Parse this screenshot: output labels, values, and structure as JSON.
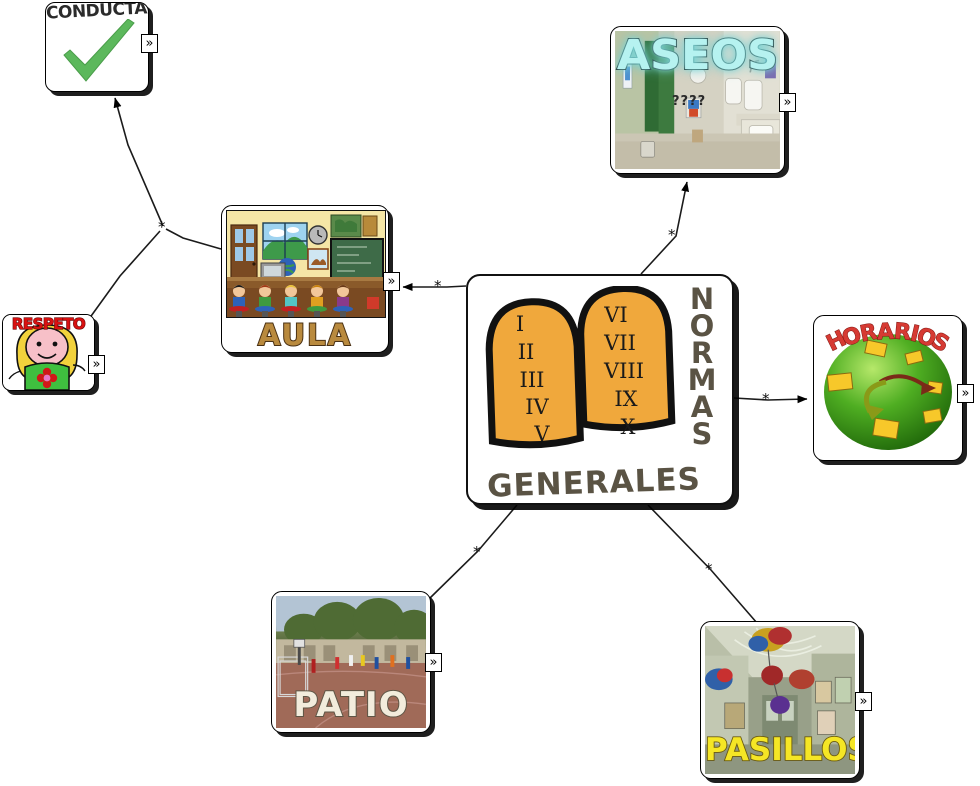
{
  "map": {
    "title": "NORMAS GENERALES",
    "background": "#ffffff"
  },
  "center_node": {
    "vertical_label": "NORMAS",
    "vertical_letters": [
      "N",
      "O",
      "R",
      "M",
      "A",
      "S"
    ],
    "bottom_label": "GENERALES",
    "tablet_left_numerals": [
      "I",
      "II",
      "III",
      "IV",
      "V"
    ],
    "tablet_right_numerals": [
      "VI",
      "VII",
      "VIII",
      "IX",
      "X"
    ],
    "text_color": "#5a5344",
    "tablet_color": "#f0a83c"
  },
  "nodes": [
    {
      "id": "conductas",
      "label": "CONDUCTAS",
      "badge": "»",
      "icon": "green-check-icon",
      "accent": "#5cb85c"
    },
    {
      "id": "aseos",
      "label": "ASEOS",
      "badge": "»",
      "overlay_text": "????",
      "accent": "#b6f2f0"
    },
    {
      "id": "aula",
      "label": "AULA",
      "badge": "»",
      "accent": "#b98a3e"
    },
    {
      "id": "respeto",
      "label": "RESPETO",
      "badge": "»",
      "accent": "#d81111"
    },
    {
      "id": "horarios",
      "label": "HORARIOS",
      "badge": "»",
      "accent": "#d63a33",
      "letters": [
        "H",
        "O",
        "R",
        "A",
        "R",
        "I",
        "O",
        "S"
      ]
    },
    {
      "id": "patio",
      "label": "PATIO",
      "badge": "»",
      "accent": "#f2ecdc"
    },
    {
      "id": "pasillos",
      "label": "PASILLOS",
      "badge": "»",
      "accent": "#f5e625"
    }
  ],
  "links": [
    {
      "from": "normas",
      "to": "aula",
      "arrow": true,
      "marker": "*"
    },
    {
      "from": "normas",
      "to": "aseos",
      "arrow": true,
      "marker": "*"
    },
    {
      "from": "normas",
      "to": "horarios",
      "arrow": true,
      "marker": "*"
    },
    {
      "from": "normas",
      "to": "patio",
      "arrow": false,
      "marker": "*"
    },
    {
      "from": "normas",
      "to": "pasillos",
      "arrow": false,
      "marker": "*"
    },
    {
      "from": "aula",
      "to": "conductas",
      "arrow": true,
      "marker": "*"
    },
    {
      "from": "respeto",
      "to": "conductas",
      "arrow": true,
      "marker": "*"
    }
  ],
  "markers": {
    "link_marker": "*",
    "expand_badge": "»"
  }
}
